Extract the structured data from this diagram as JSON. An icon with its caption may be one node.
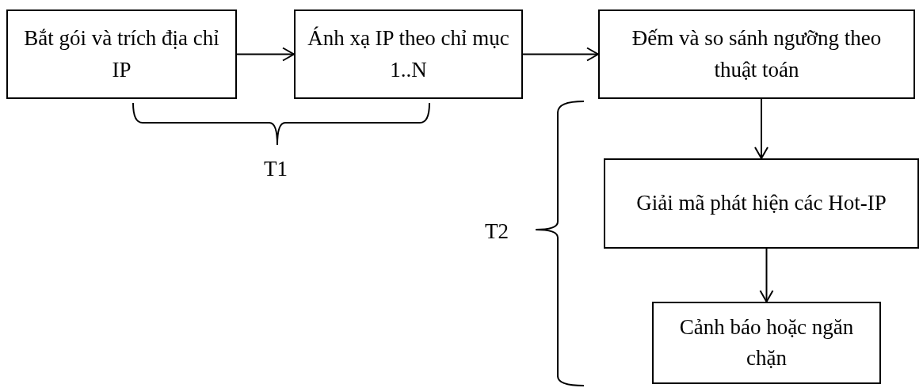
{
  "diagram": {
    "nodes": [
      {
        "text": [
          "Bắt gói và trích địa chỉ IP"
        ]
      },
      {
        "text": [
          "Ánh xạ IP theo chỉ mục 1..N"
        ]
      },
      {
        "text": [
          "Đếm và so sánh ngưỡng theo thuật toán"
        ]
      },
      {
        "text": [
          "Giải mã phát hiện các Hot-IP"
        ]
      },
      {
        "text": [
          "Cảnh báo hoặc ngăn chặn"
        ]
      }
    ],
    "edges": [
      {
        "from": 0,
        "to": 1,
        "arrow": "to"
      },
      {
        "from": 1,
        "to": 2,
        "arrow": "to"
      },
      {
        "from": 2,
        "to": 3,
        "arrow": "to"
      },
      {
        "from": 3,
        "to": 4,
        "arrow": "to"
      }
    ],
    "labels": [
      "T1",
      "T2"
    ]
  }
}
